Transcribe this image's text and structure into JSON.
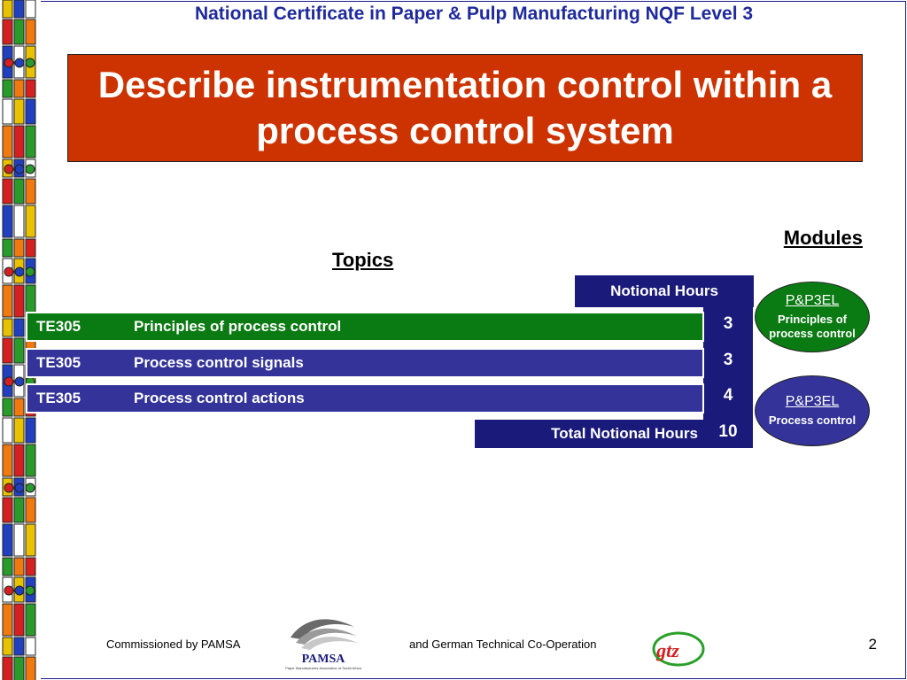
{
  "header": {
    "title": "National Certificate in Paper & Pulp Manufacturing NQF Level 3"
  },
  "slide": {
    "title": "Describe instrumentation control within a process control system"
  },
  "labels": {
    "modules": "Modules",
    "topics": "Topics",
    "notional_hours": "Notional Hours",
    "total_notional_hours": "Total Notional Hours"
  },
  "topics": [
    {
      "code": "TE305",
      "name": "Principles of process control",
      "hours": "3",
      "color": "#0a7a12"
    },
    {
      "code": "TE305",
      "name": "Process control signals",
      "hours": "3",
      "color": "#333399"
    },
    {
      "code": "TE305",
      "name": "Process control actions",
      "hours": "4",
      "color": "#333399"
    }
  ],
  "total_hours": "10",
  "modules": [
    {
      "code": "P&P3EL",
      "name": "Principles of process control",
      "color": "#0a7a12"
    },
    {
      "code": "P&P3EL",
      "name": "Process control",
      "color": "#333399"
    }
  ],
  "footer": {
    "commissioned": "Commissioned by PAMSA",
    "pamsa_logo": "PAMSA",
    "pamsa_sub": "Paper Manufacturers Association of South Africa",
    "cooperation": "and German Technical Co-Operation",
    "gtz_logo": "gtz",
    "page_number": "2"
  }
}
